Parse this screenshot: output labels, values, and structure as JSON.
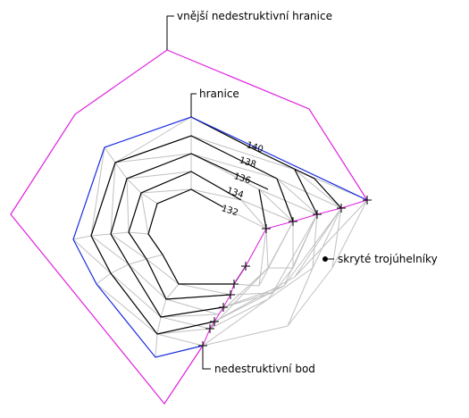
{
  "labels": {
    "outer_boundary": "vnější nedestruktivní hranice",
    "boundary": "hranice",
    "hidden_triangles": "skryté trojúhelníky",
    "nondestructive_point": "nedestruktivní bod"
  },
  "contours": [
    "132",
    "134",
    "136",
    "138",
    "140"
  ],
  "colors": {
    "outer_boundary": "#e020e0",
    "boundary": "#1a2ee0",
    "contour": "#000000",
    "hidden": "#c0c0c0",
    "callout": "#000000"
  }
}
